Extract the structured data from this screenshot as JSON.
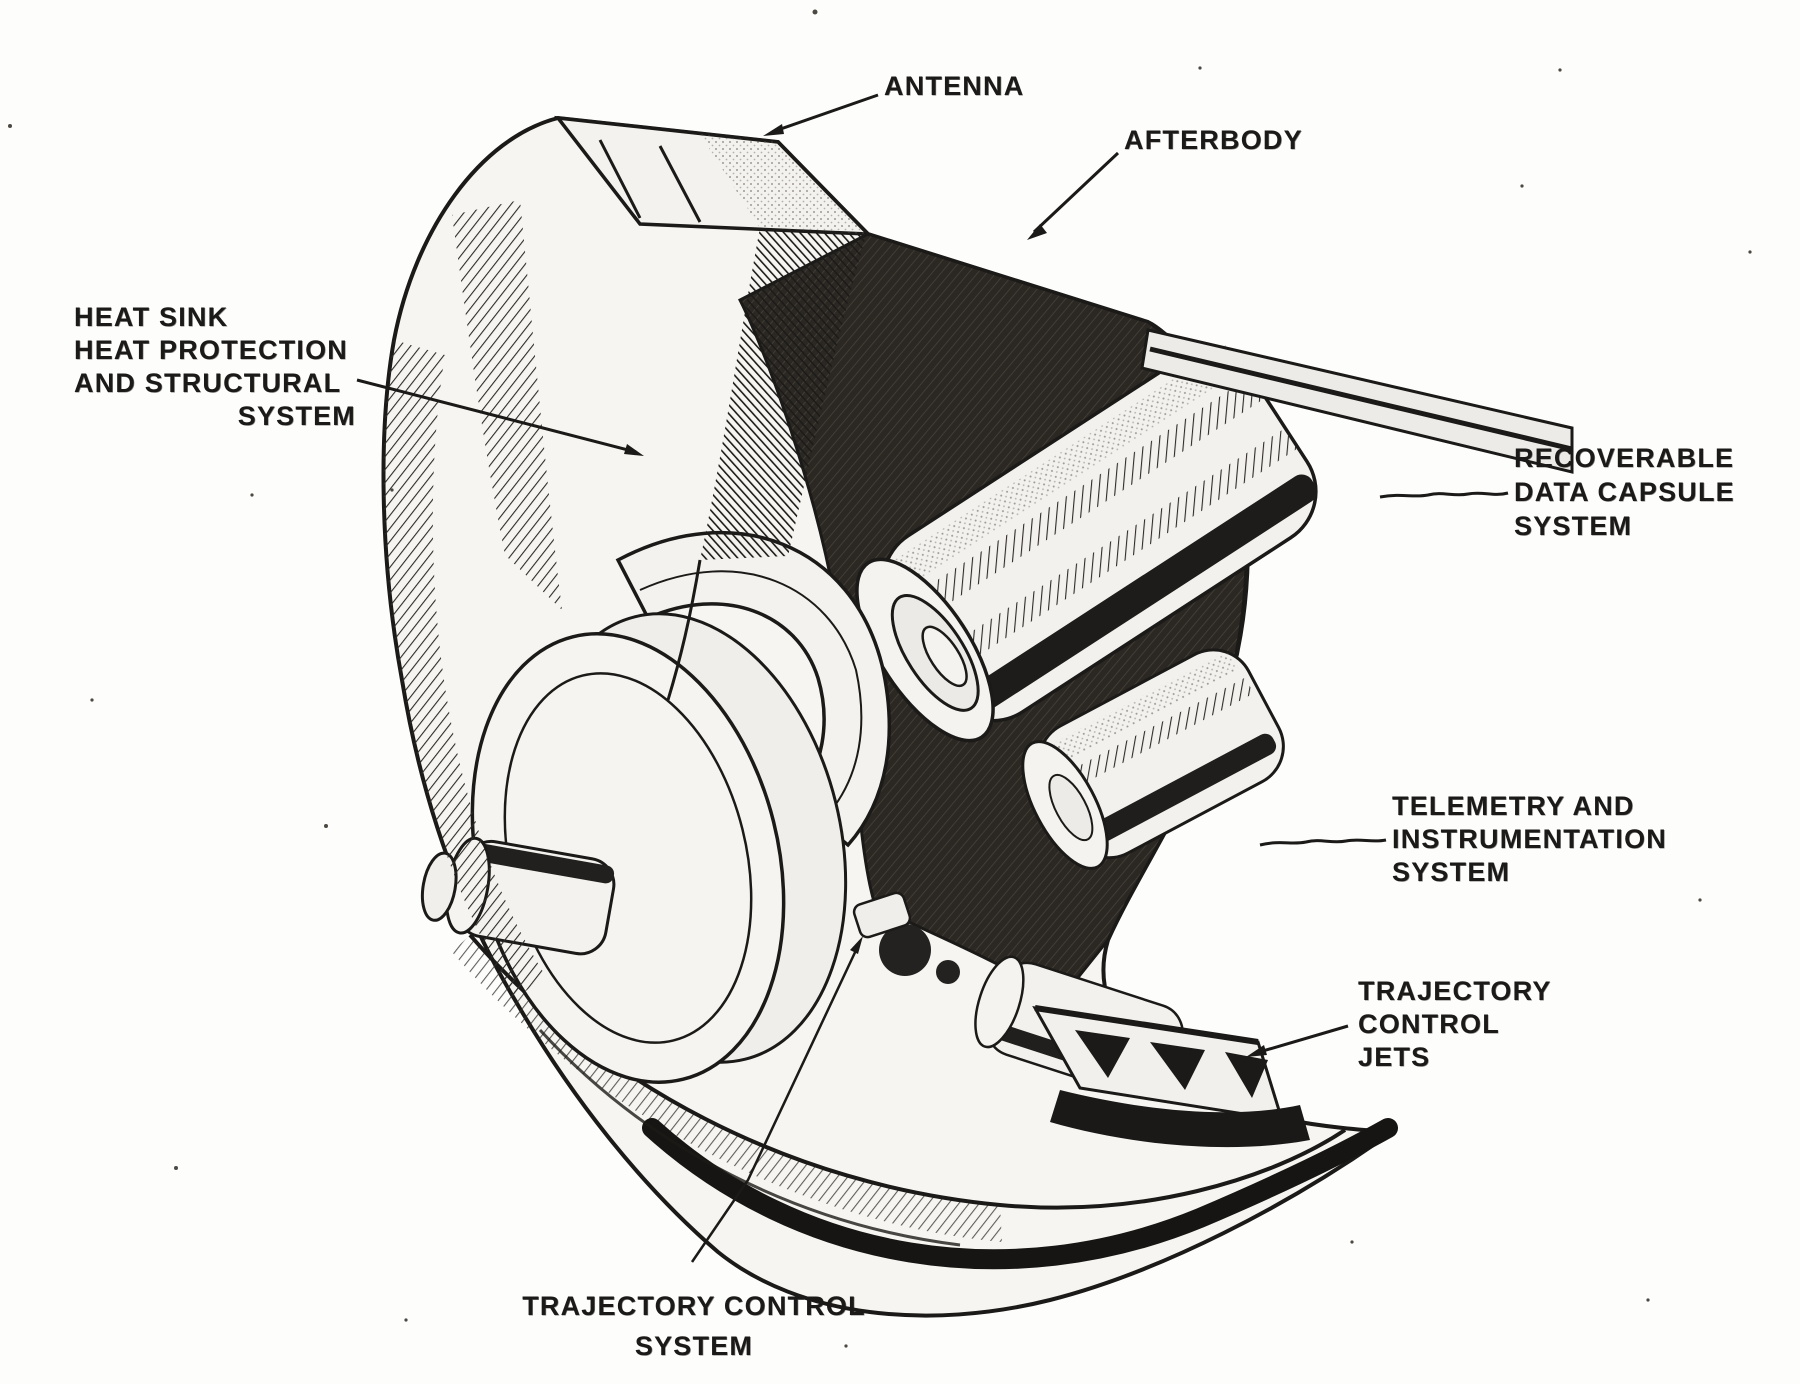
{
  "figure": {
    "kind": "vintage halftone cutaway technical illustration",
    "subject": "reentry-vehicle cutaway with labeled systems",
    "ink_color": "#1b1a18",
    "paper_color": "#fdfdfb"
  },
  "labels": {
    "antenna": {
      "text": "ANTENNA"
    },
    "afterbody": {
      "text": "AFTERBODY"
    },
    "heat_sink": {
      "lines": [
        "HEAT SINK",
        "HEAT PROTECTION",
        "AND STRUCTURAL",
        "SYSTEM"
      ]
    },
    "recoverable": {
      "lines": [
        "RECOVERABLE",
        "DATA CAPSULE",
        "SYSTEM"
      ]
    },
    "telemetry": {
      "lines": [
        "TELEMETRY AND",
        "INSTRUMENTATION",
        "SYSTEM"
      ]
    },
    "trajectory_jets": {
      "lines": [
        "TRAJECTORY",
        "CONTROL",
        "JETS"
      ]
    },
    "trajectory_system": {
      "lines": [
        "TRAJECTORY CONTROL",
        "SYSTEM"
      ]
    }
  }
}
